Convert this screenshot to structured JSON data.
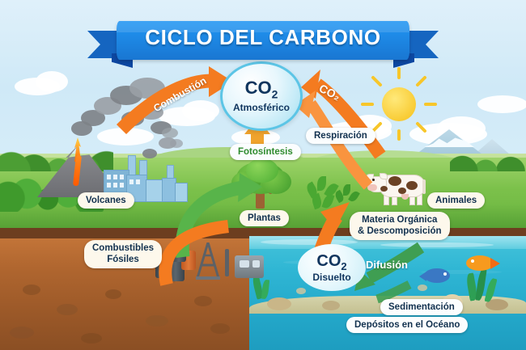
{
  "title": "CICLO DEL CARBONO",
  "center": {
    "formula": "CO",
    "subscript": "2",
    "label": "Atmosférico"
  },
  "ocean_pool": {
    "formula": "CO",
    "subscript": "2",
    "label": "Disuelto"
  },
  "arrow_labels": {
    "combustion": "Combustión",
    "co2_right": "CO₂",
    "respiration": "Respiración",
    "photosynthesis": "Fotosíntesis",
    "diffusion": "Difusión"
  },
  "pills": {
    "volcanoes": "Volcanes",
    "fossil_fuels_line1": "Combustibles",
    "fossil_fuels_line2": "Fósiles",
    "plants": "Plantas",
    "animals": "Animales",
    "organic_line1": "Materia Orgánica",
    "organic_line2": "& Descomposición",
    "sedimentation": "Sedimentación",
    "ocean_deposits": "Depósitos en el Océano"
  },
  "colors": {
    "banner_blue": "#1976d2",
    "banner_dark": "#1565c0",
    "orange_arrow": "#f47b20",
    "green_arrow": "#4caf50",
    "ocean_blue": "#23a7c9",
    "soil_brown": "#9a5828",
    "grass_green": "#7cc14b",
    "sky_blue": "#cfe9f7",
    "navy_text": "#10355e",
    "sun_yellow": "#f6c019"
  },
  "icons": {
    "sun": "sun-icon",
    "volcano": "volcano-icon",
    "factory": "factory-icon",
    "tree": "tree-icon",
    "cow": "cow-icon",
    "fish_blue": "fish-icon",
    "fish_orange": "fish-icon",
    "barrel": "oil-barrel-icon",
    "derrick": "oil-derrick-icon",
    "seaweed": "seaweed-icon",
    "mountain": "mountain-icon",
    "cloud": "cloud-icon"
  }
}
